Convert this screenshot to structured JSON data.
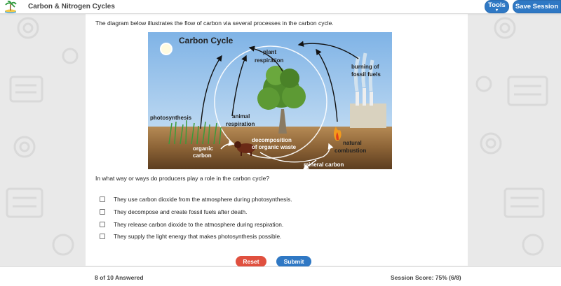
{
  "header": {
    "title": "Carbon & Nitrogen Cycles",
    "tools_label": "Tools",
    "tools_caret": "▾",
    "save_label": "Save Session"
  },
  "question": {
    "intro": "The diagram below illustrates the flow of carbon via several processes in the carbon cycle.",
    "prompt": "In what way or ways do producers play a role in the carbon cycle?",
    "options": [
      "They use carbon dioxide from the atmosphere during photosynthesis.",
      "They decompose and create fossil fuels after death.",
      "They release carbon dioxide to the atmosphere during respiration.",
      "They supply the light energy that makes photosynthesis possible."
    ]
  },
  "diagram": {
    "title": "Carbon Cycle",
    "labels": {
      "plant_respiration_1": "plant",
      "plant_respiration_2": "respiration",
      "burning_1": "burning of",
      "burning_2": "fossil fuels",
      "photosynthesis": "photosynthesis",
      "animal_respiration_1": "animal",
      "animal_respiration_2": "respiration",
      "organic_carbon_1": "organic",
      "organic_carbon_2": "carbon",
      "decomposition_1": "decomposition",
      "decomposition_2": "of organic waste",
      "natural_combustion_1": "natural",
      "natural_combustion_2": "combustion",
      "mineral_carbon": "mineral carbon"
    }
  },
  "actions": {
    "reset_label": "Reset",
    "submit_label": "Submit"
  },
  "footer": {
    "answered": "8 of 10 Answered",
    "score": "Session Score: 75% (6/8)"
  },
  "colors": {
    "accent_blue": "#2f78c4",
    "reset_red": "#e0503f"
  }
}
